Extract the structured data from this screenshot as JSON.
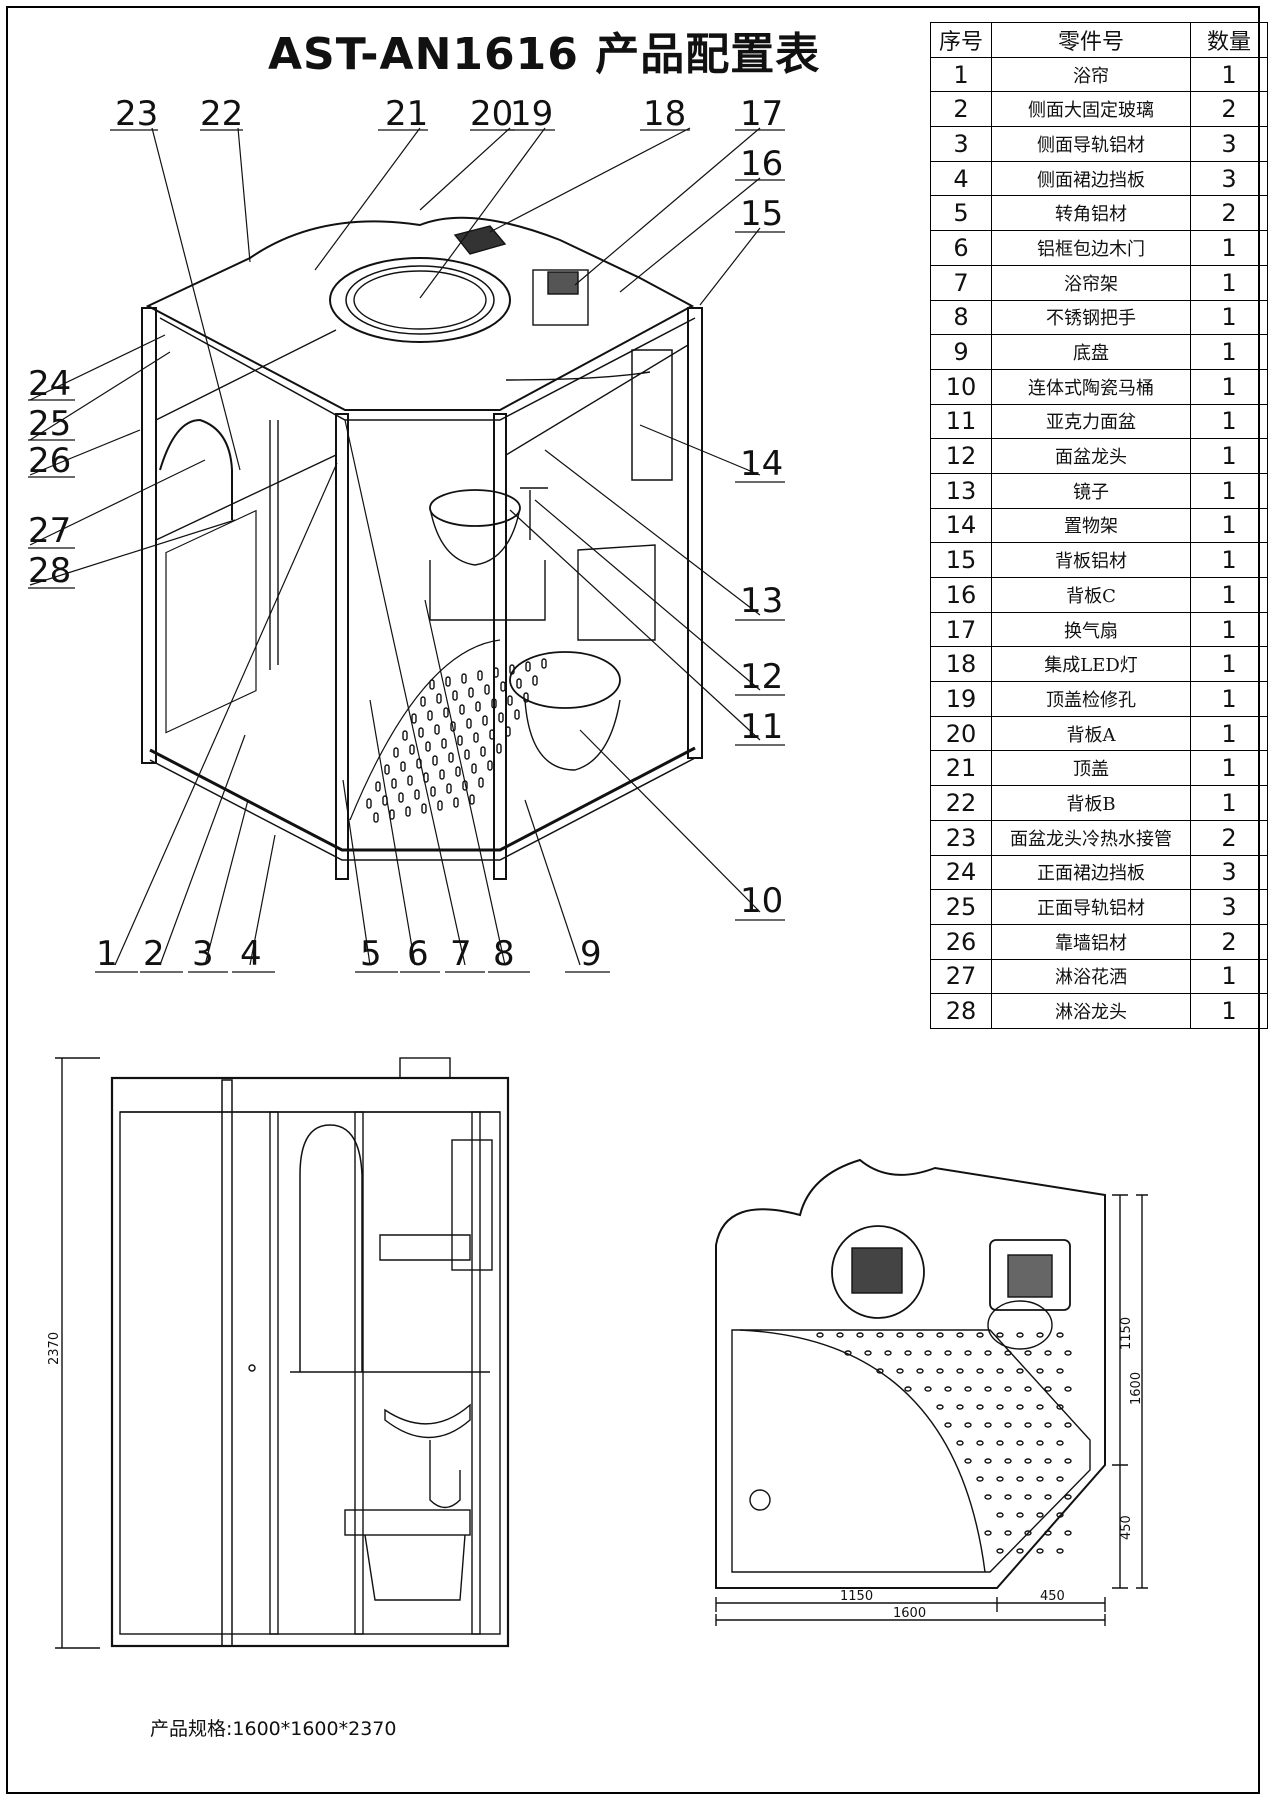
{
  "title": "AST-AN1616 产品配置表",
  "spec_label": "产品规格:1600*1600*2370",
  "table": {
    "headers": [
      "序号",
      "零件号",
      "数量"
    ],
    "rows": [
      {
        "no": "1",
        "name": "浴帘",
        "qty": "1"
      },
      {
        "no": "2",
        "name": "侧面大固定玻璃",
        "qty": "2"
      },
      {
        "no": "3",
        "name": "侧面导轨铝材",
        "qty": "3"
      },
      {
        "no": "4",
        "name": "侧面裙边挡板",
        "qty": "3"
      },
      {
        "no": "5",
        "name": "转角铝材",
        "qty": "2"
      },
      {
        "no": "6",
        "name": "铝框包边木门",
        "qty": "1"
      },
      {
        "no": "7",
        "name": "浴帘架",
        "qty": "1"
      },
      {
        "no": "8",
        "name": "不锈钢把手",
        "qty": "1"
      },
      {
        "no": "9",
        "name": "底盘",
        "qty": "1"
      },
      {
        "no": "10",
        "name": "连体式陶瓷马桶",
        "qty": "1"
      },
      {
        "no": "11",
        "name": "亚克力面盆",
        "qty": "1"
      },
      {
        "no": "12",
        "name": "面盆龙头",
        "qty": "1"
      },
      {
        "no": "13",
        "name": "镜子",
        "qty": "1"
      },
      {
        "no": "14",
        "name": "置物架",
        "qty": "1"
      },
      {
        "no": "15",
        "name": "背板铝材",
        "qty": "1"
      },
      {
        "no": "16",
        "name": "背板C",
        "qty": "1"
      },
      {
        "no": "17",
        "name": "换气扇",
        "qty": "1"
      },
      {
        "no": "18",
        "name": "集成LED灯",
        "qty": "1"
      },
      {
        "no": "19",
        "name": "顶盖检修孔",
        "qty": "1"
      },
      {
        "no": "20",
        "name": "背板A",
        "qty": "1"
      },
      {
        "no": "21",
        "name": "顶盖",
        "qty": "1"
      },
      {
        "no": "22",
        "name": "背板B",
        "qty": "1"
      },
      {
        "no": "23",
        "name": "面盆龙头冷热水接管",
        "qty": "2"
      },
      {
        "no": "24",
        "name": "正面裙边挡板",
        "qty": "3"
      },
      {
        "no": "25",
        "name": "正面导轨铝材",
        "qty": "3"
      },
      {
        "no": "26",
        "name": "靠墙铝材",
        "qty": "2"
      },
      {
        "no": "27",
        "name": "淋浴花洒",
        "qty": "1"
      },
      {
        "no": "28",
        "name": "淋浴龙头",
        "qty": "1"
      }
    ]
  },
  "callouts": {
    "c1": "1",
    "c2": "2",
    "c3": "3",
    "c4": "4",
    "c5": "5",
    "c6": "6",
    "c7": "7",
    "c8": "8",
    "c9": "9",
    "c10": "10",
    "c11": "11",
    "c12": "12",
    "c13": "13",
    "c14": "14",
    "c15": "15",
    "c16": "16",
    "c17": "17",
    "c18": "18",
    "c19": "19",
    "c20": "20",
    "c21": "21",
    "c22": "22",
    "c23": "23",
    "c24": "24",
    "c25": "25",
    "c26": "26",
    "c27": "27",
    "c28": "28"
  },
  "dimensions": {
    "height": "2370",
    "plan_width_part": "1150",
    "plan_width_total": "1600",
    "plan_width_corner": "450",
    "plan_depth_part": "1150",
    "plan_depth_total": "1600",
    "plan_depth_corner": "450"
  }
}
